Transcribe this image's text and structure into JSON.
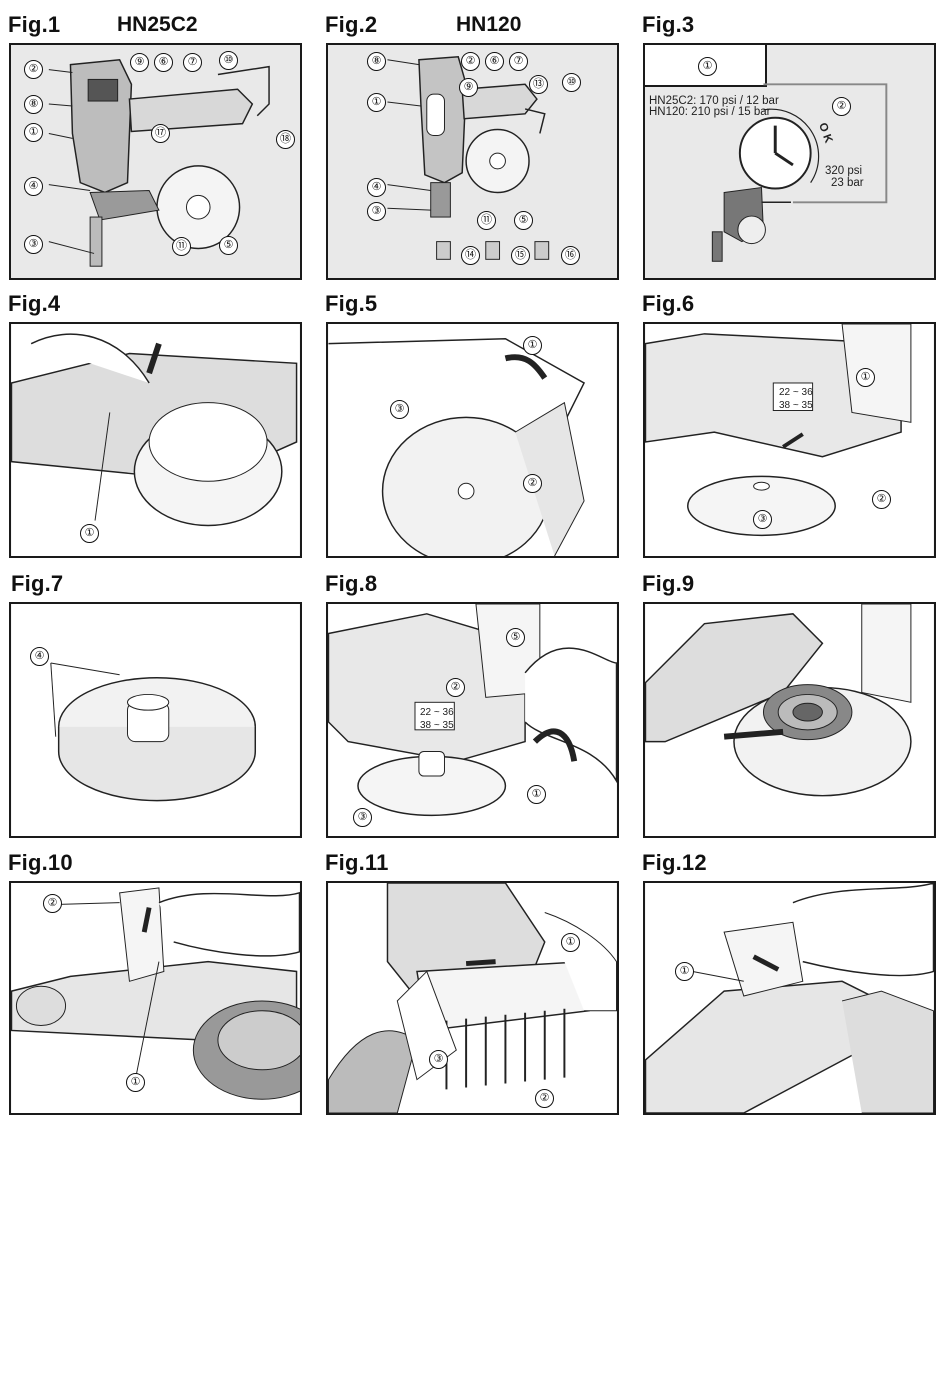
{
  "figures": [
    {
      "id": "fig1",
      "title": "Fig.1",
      "model": "HN25C2",
      "callouts": [
        "②",
        "⑨",
        "⑥",
        "⑦",
        "⑩",
        "⑧",
        "⑰",
        "⑱",
        "①",
        "④",
        "⑪",
        "⑤",
        "③"
      ]
    },
    {
      "id": "fig2",
      "title": "Fig.2",
      "model": "HN120",
      "callouts": [
        "⑧",
        "②",
        "⑥",
        "⑦",
        "⑬",
        "⑩",
        "①",
        "⑨",
        "④",
        "③",
        "⑪",
        "⑤",
        "⑭",
        "⑮",
        "⑯"
      ]
    },
    {
      "id": "fig3",
      "title": "Fig.3",
      "callouts": [
        "①",
        "②"
      ],
      "pressure_lines": [
        "HN25C2: 170 psi / 12 bar",
        "HN120: 210 psi / 15 bar"
      ],
      "gauge_ok": "O K",
      "max_psi": "320 psi",
      "max_bar": "23 bar"
    },
    {
      "id": "fig4",
      "title": "Fig.4",
      "callouts": [
        "①"
      ]
    },
    {
      "id": "fig5",
      "title": "Fig.5",
      "callouts": [
        "①",
        "③",
        "②"
      ]
    },
    {
      "id": "fig6",
      "title": "Fig.6",
      "callouts": [
        "①",
        "②",
        "③"
      ],
      "scale_top": "22 ~ 36",
      "scale_bottom": "38 ~ 35"
    },
    {
      "id": "fig7",
      "title": "Fig.7",
      "callouts": [
        "④"
      ]
    },
    {
      "id": "fig8",
      "title": "Fig.8",
      "callouts": [
        "⑤",
        "②",
        "①",
        "③"
      ],
      "scale_top": "22 ~ 36",
      "scale_bottom": "38 ~ 35"
    },
    {
      "id": "fig9",
      "title": "Fig.9",
      "callouts": []
    },
    {
      "id": "fig10",
      "title": "Fig.10",
      "callouts": [
        "②",
        "①"
      ]
    },
    {
      "id": "fig11",
      "title": "Fig.11",
      "callouts": [
        "①",
        "③",
        "②"
      ]
    },
    {
      "id": "fig12",
      "title": "Fig.12",
      "callouts": [
        "①"
      ]
    }
  ],
  "colors": {
    "panel_bg": "#e9e9e9",
    "line": "#1a1a1a",
    "white": "#ffffff"
  }
}
